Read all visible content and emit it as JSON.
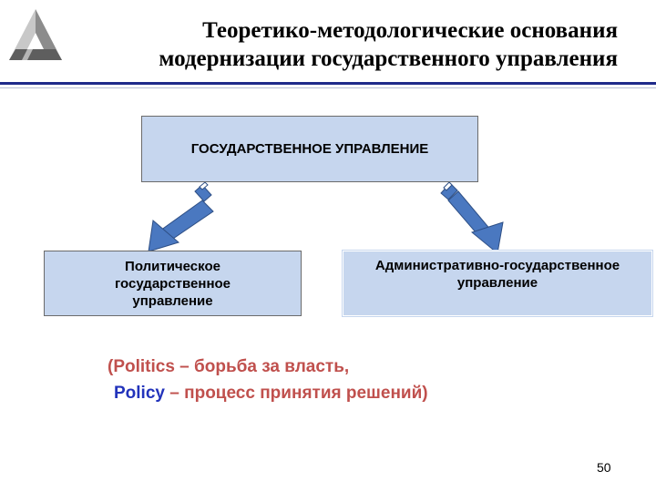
{
  "header": {
    "title_line1": "Теоретико-методологические основания",
    "title_line2": "модернизации государственного управления"
  },
  "diagram": {
    "main_box": "ГОСУДАРСТВЕННОЕ УПРАВЛЕНИЕ",
    "left_box_lines": [
      "Политическое",
      "государственное",
      "управление"
    ],
    "right_box_lines": [
      "Административно-государственное",
      "управление"
    ]
  },
  "note": {
    "line1": "(Politics – борьба за власть,",
    "line2_term": "Policy",
    "line2_rest": " – процесс принятия решений)"
  },
  "footer": {
    "page_number": "50"
  },
  "colors": {
    "box_fill": "#c6d6ee",
    "arrow_fill": "#4a78c0",
    "header_rule": "#1f2a8a",
    "note_red": "#c0504d",
    "note_blue": "#2233bb"
  }
}
